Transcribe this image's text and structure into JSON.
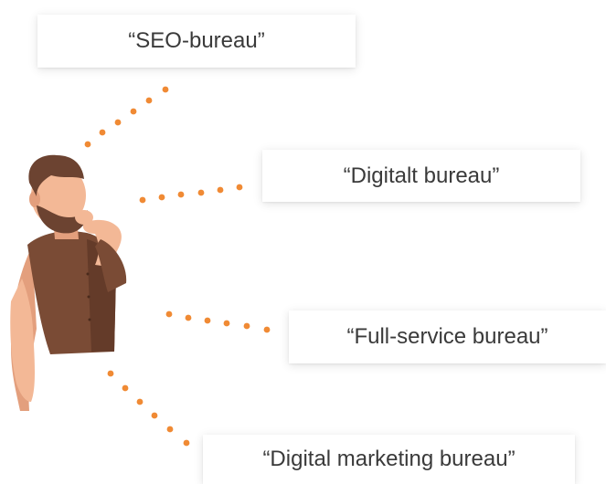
{
  "labels": {
    "seo": "“SEO-bureau”",
    "digitalt": "“Digitalt bureau”",
    "full_service": "“Full-service bureau”",
    "digital_marketing": "“Digital marketing bureau”"
  },
  "colors": {
    "dot": "#f08a34",
    "skin": "#f3b896",
    "skin_shadow": "#e39f7d",
    "shirt": "#7a4b35",
    "shirt_dark": "#643b29",
    "hair": "#6c4331",
    "card_text": "#3a3a3a"
  },
  "icons": {
    "person": "thinking-man-illustration"
  }
}
